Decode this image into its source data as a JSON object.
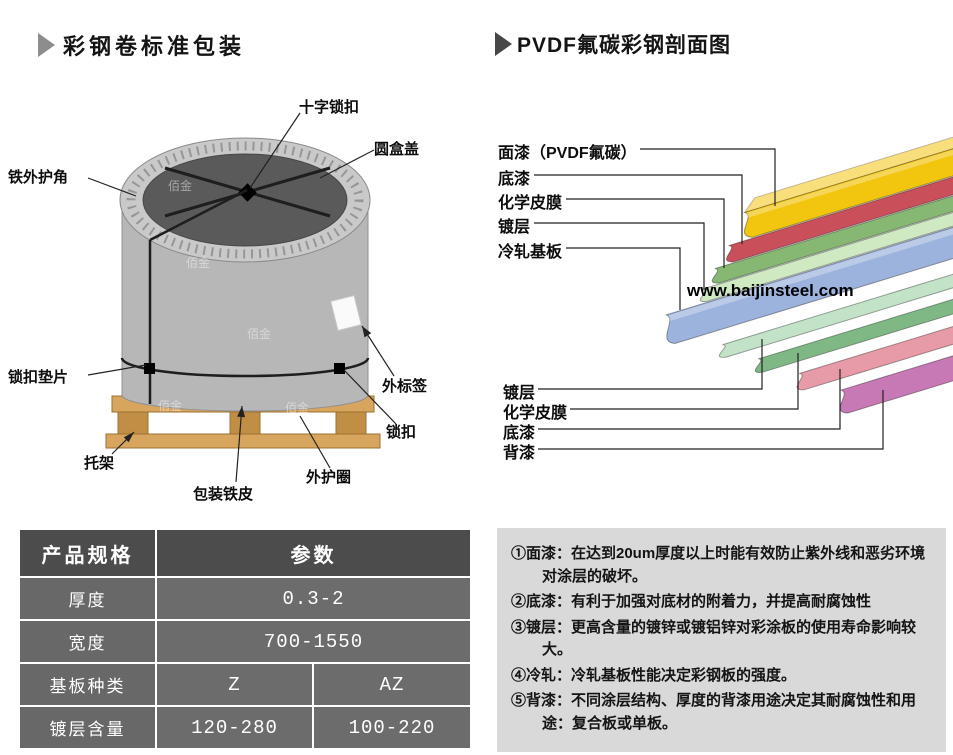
{
  "page": {
    "watermark": "佰金",
    "site": "www.baijinsteel.com"
  },
  "left": {
    "title": "彩钢卷标准包装",
    "labels": {
      "cross_lock": "十字锁扣",
      "round_lid": "圆盒盖",
      "corner_protector": "铁外护角",
      "lock_gasket": "锁扣垫片",
      "outer_label": "外标签",
      "lock": "锁扣",
      "pallet": "托架",
      "packing_sheet": "包装铁皮",
      "outer_ring": "外护圈"
    },
    "spec_table": {
      "header": {
        "col1": "产品规格",
        "col2": "参数"
      },
      "rows": [
        {
          "label": "厚度",
          "v1": "0.3-2"
        },
        {
          "label": "宽度",
          "v1": "700-1550"
        },
        {
          "label": "基板种类",
          "v1": "Z",
          "v2": "AZ"
        },
        {
          "label": "镀层含量",
          "v1": "120-280",
          "v2": "100-220"
        }
      ]
    }
  },
  "right": {
    "title": "PVDF氟碳彩钢剖面图",
    "top_labels": [
      "面漆（PVDF氟碳）",
      "底漆",
      "化学皮膜",
      "镀层",
      "冷轧基板"
    ],
    "bottom_labels": [
      "镀层",
      "化学皮膜",
      "底漆",
      "背漆"
    ],
    "layers": [
      {
        "name": "面漆",
        "color": "#f2c50f"
      },
      {
        "name": "底漆",
        "color": "#c9505a"
      },
      {
        "name": "化学皮膜",
        "color": "#87b873"
      },
      {
        "name": "镀层",
        "color": "#cfe9c3"
      },
      {
        "name": "冷轧基板",
        "color": "#9cb3dd"
      },
      {
        "name": "镀层",
        "color": "#c2e3c8"
      },
      {
        "name": "化学皮膜",
        "color": "#7fb885"
      },
      {
        "name": "底漆",
        "color": "#e79aa7"
      },
      {
        "name": "背漆",
        "color": "#c779b5"
      }
    ],
    "notes": [
      "①面漆：在达到20um厚度以上时能有效防止紫外线和恶劣环境对涂层的破坏。",
      "②底漆：有利于加强对底材的附着力，并提高耐腐蚀性",
      "③镀层：更高含量的镀锌或镀铝锌对彩涂板的使用寿命影响较大。",
      "④冷轧：冷轧基板性能决定彩钢板的强度。",
      "⑤背漆：不同涂层结构、厚度的背漆用途决定其耐腐蚀性和用途：复合板或单板。"
    ]
  }
}
